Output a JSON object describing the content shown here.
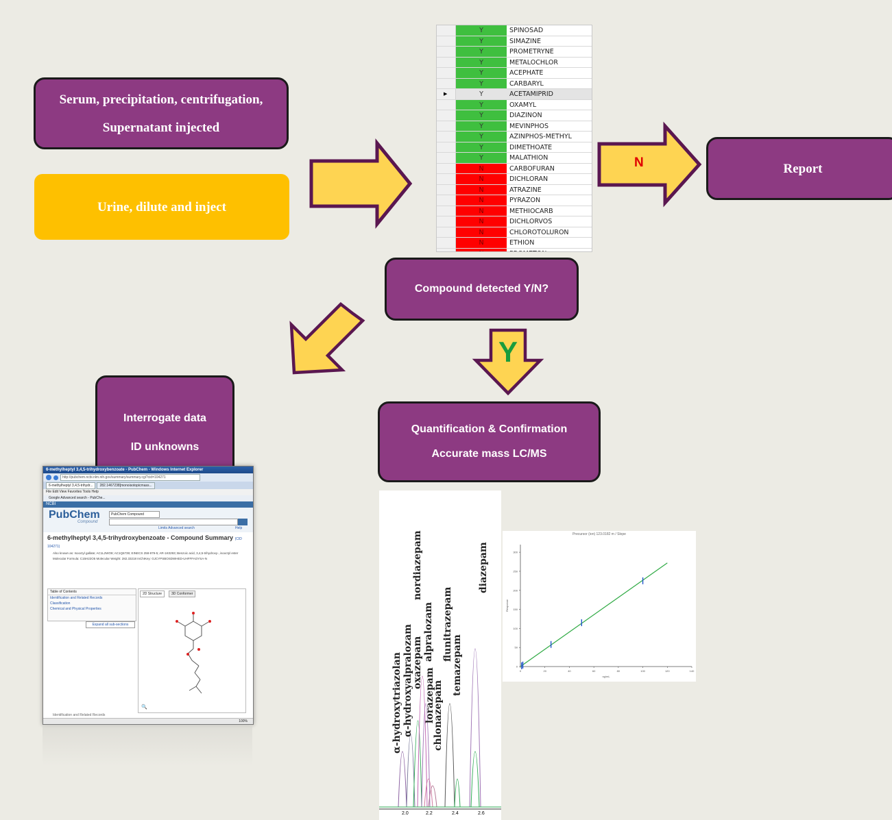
{
  "left_boxes": {
    "serum_line1": "Serum, precipitation, centrifugation,",
    "serum_line2": "Supernatant injected",
    "urine": "Urine, dilute and inject"
  },
  "detect_box": "Compound detected Y/N?",
  "report_box": "Report",
  "arrow_n_label": "N",
  "arrow_y_label": "Y",
  "interrogate": {
    "line1": "Interrogate data",
    "line2": "ID unknowns"
  },
  "quant": {
    "line1": "Quantification &  Confirmation",
    "line2": "Accurate mass LC/MS"
  },
  "compound_table": [
    {
      "flag": "Y",
      "name": "SPINOSAD",
      "status": "green"
    },
    {
      "flag": "Y",
      "name": "SIMAZINE",
      "status": "green"
    },
    {
      "flag": "Y",
      "name": "PROMETRYNE",
      "status": "green"
    },
    {
      "flag": "Y",
      "name": "METALOCHLOR",
      "status": "green"
    },
    {
      "flag": "Y",
      "name": "ACEPHATE",
      "status": "green"
    },
    {
      "flag": "Y",
      "name": "CARBARYL",
      "status": "green"
    },
    {
      "flag": "Y",
      "name": "ACETAMIPRID",
      "status": "selected"
    },
    {
      "flag": "Y",
      "name": "OXAMYL",
      "status": "green"
    },
    {
      "flag": "Y",
      "name": "DIAZINON",
      "status": "green"
    },
    {
      "flag": "Y",
      "name": "MEVINPHOS",
      "status": "green"
    },
    {
      "flag": "Y",
      "name": "AZINPHOS-METHYL",
      "status": "green"
    },
    {
      "flag": "Y",
      "name": "DIMETHOATE",
      "status": "green"
    },
    {
      "flag": "Y",
      "name": "MALATHION",
      "status": "green"
    },
    {
      "flag": "N",
      "name": "CARBOFURAN",
      "status": "red"
    },
    {
      "flag": "N",
      "name": "DICHLORAN",
      "status": "red"
    },
    {
      "flag": "N",
      "name": "ATRAZINE",
      "status": "red"
    },
    {
      "flag": "N",
      "name": "PYRAZON",
      "status": "red"
    },
    {
      "flag": "N",
      "name": "METHIOCARB",
      "status": "red"
    },
    {
      "flag": "N",
      "name": "DICHLORVOS",
      "status": "red"
    },
    {
      "flag": "N",
      "name": "CHLOROTOLURON",
      "status": "red"
    },
    {
      "flag": "N",
      "name": "ETHION",
      "status": "red"
    },
    {
      "flag": "N",
      "name": "PROMETON",
      "status": "red"
    }
  ],
  "browser": {
    "title": "6-methylheptyl 3,4,5-trihydroxybenzoate - PubChem - Windows Internet Explorer",
    "url": "http://pubchem.ncbi.nlm.nih.gov/summary/summary.cgi?cid=104271",
    "tab1": "6-methylheptyl 3,4,5-trihydr...",
    "tab2": "282.1467238[monoisotopicmass...",
    "menu": "File  Edit  View  Favorites  Tools  Help",
    "favbar": "Google   Advanced search - PubChe...",
    "ncbi": "NCBI",
    "logo": "PubChem",
    "logo_sub": "Compound",
    "dropdown": "PubChem Compound",
    "links": "Limits   Advanced search",
    "help": "Help",
    "heading": "6-methylheptyl 3,4,5-trihydroxybenzoate - Compound Summary",
    "cid": "(CID 104271)",
    "also_known": "Also known as: Isooctyl gallate; AC1L2WO8; AC1Q6739; EINECS 258-979-5; AR-1K0293; Benzoic acid, 3,4,5-trihydroxy-, isooctyl ester",
    "formula": "Molecular Formula: C15H22O5   Molecular Weight: 282.33218   InChIKey: GJCYPSBOSDWHED-UHFFFAOYSA-N",
    "toc_title": "Table of Contents",
    "toc_items": [
      "Identification and Related Records",
      "Classification",
      "Chemical and Physical Properties"
    ],
    "expand": "Expand all sub-sections",
    "tab_2d": "2D Structure",
    "tab_3d": "3D Conformer",
    "footer": "Identification and Related Records",
    "zoom": "100%"
  },
  "chromatogram_labels": [
    "α-hydroxytriazolan",
    "α-hydroxyalpralozam",
    "oxazepam",
    "nordiazepam",
    "alpralozam",
    "lorazepam",
    "chlonazepam",
    "flunitrazepam",
    "temazepam",
    "diazepam"
  ],
  "chromatogram_ticks": [
    "2.0",
    "2.2",
    "2.4",
    "2.6"
  ],
  "calibration": {
    "title": "Precursor (ion) 123.0182 m / Slope",
    "x_ticks": [
      "0",
      "20",
      "40",
      "60",
      "80",
      "100",
      "120",
      "140"
    ],
    "y_ticks": [
      "0",
      "50",
      "100",
      "150",
      "200",
      "250",
      "300"
    ],
    "xlabel": "ng/mL",
    "ylabel": "Response"
  },
  "chart_data": {
    "type": "scatter",
    "title": "Precursor (ion) 123.0182 m / Slope",
    "xlabel": "ng/mL",
    "ylabel": "Response",
    "xlim": [
      0,
      140
    ],
    "ylim": [
      0,
      320
    ],
    "points": [
      [
        1,
        2
      ],
      [
        2,
        4
      ],
      [
        25,
        58
      ],
      [
        50,
        115
      ],
      [
        100,
        225
      ]
    ],
    "fit_line": [
      [
        0,
        0
      ],
      [
        120,
        272
      ]
    ],
    "grid": false
  }
}
